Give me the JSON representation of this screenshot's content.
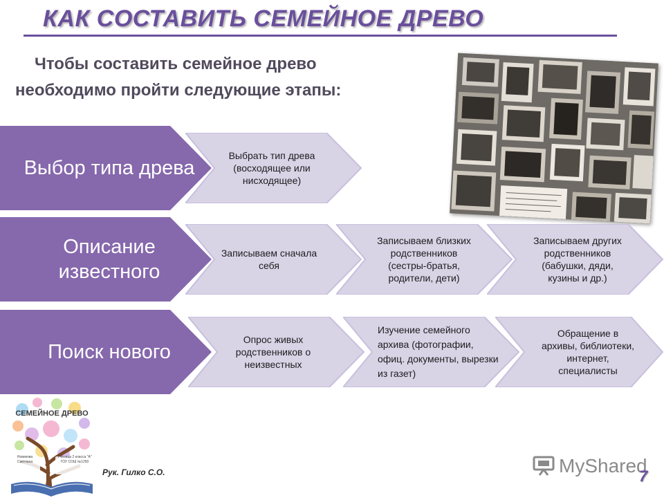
{
  "header": {
    "title": "КАК СОСТАВИТЬ СЕМЕЙНОЕ ДРЕВО",
    "subtitle_line1": "Чтобы составить семейное древо",
    "subtitle_line2": "необходимо пройти следующие этапы:"
  },
  "stages": [
    {
      "label": "Выбор типа древа",
      "steps": [
        "Выбрать тип древа (восходящее или нисходящее)"
      ]
    },
    {
      "label": "Описание известного",
      "steps": [
        "Записываем сначала себя",
        "Записываем близких родственников (сестры-братья, родители, дети)",
        "Записываем других родственников (бабушки, дяди, кузины и др.)"
      ]
    },
    {
      "label": "Поиск нового",
      "steps": [
        "Опрос живых родственников о неизвестных",
        "Изучение семейного архива (фотографии, офиц. документы, вырезки из газет)",
        "Обращение в архивы, библиотеки, интернет, специалисты"
      ]
    }
  ],
  "logo": {
    "title": "СЕМЕЙНОЕ ДРЕВО",
    "left_caption": "Новикова Светлана",
    "right_caption": "Ученица 2 класса \"А\" ГОУ СОШ №1250"
  },
  "footer": {
    "author": "Рук. Гилко С.О.",
    "brand": "MyShared",
    "page_number": "7"
  },
  "colors": {
    "accent": "#6a4f9c",
    "stage_fill": "#8668ac",
    "step_fill": "#d9d3e6",
    "step_border": "#c7c0dd"
  }
}
